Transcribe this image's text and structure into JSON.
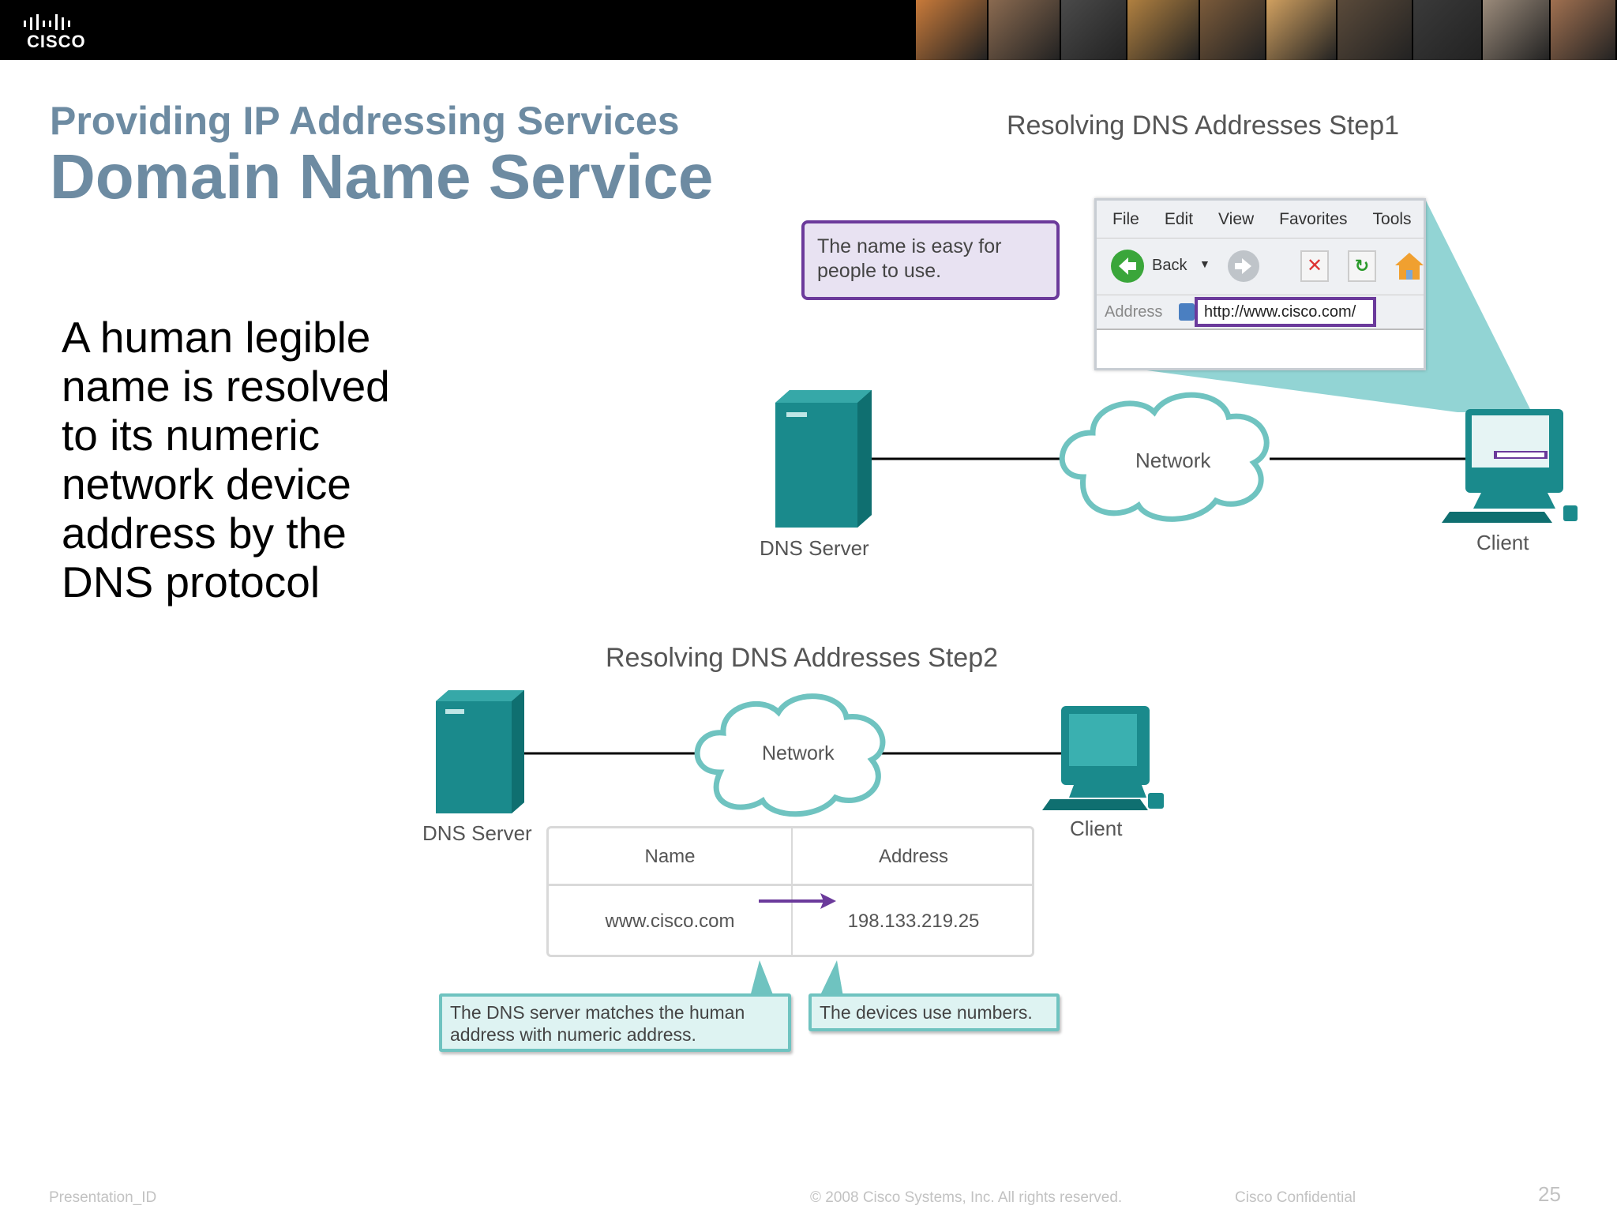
{
  "header": {
    "logo_text": "CISCO",
    "photo_colors": [
      "#c87a3a",
      "#8a6a50",
      "#4a4a4a",
      "#b08040",
      "#7a5a3a",
      "#d0a060",
      "#5a4a3a",
      "#3a3a3a",
      "#9a8a7a",
      "#a07050"
    ]
  },
  "slide": {
    "subtitle": "Providing IP Addressing Services",
    "title": "Domain Name Service",
    "body_text": "A human legible name is resolved to its numeric network device address by the DNS protocol"
  },
  "step1": {
    "title": "Resolving DNS Addresses Step1",
    "callout": "The name is easy for people to use.",
    "browser": {
      "menu": [
        "File",
        "Edit",
        "View",
        "Favorites",
        "Tools"
      ],
      "back_label": "Back",
      "address_label": "Address",
      "url": "http://www.cisco.com/"
    },
    "server_label": "DNS Server",
    "network_label": "Network",
    "client_label": "Client"
  },
  "step2": {
    "title": "Resolving DNS Addresses Step2",
    "server_label": "DNS Server",
    "network_label": "Network",
    "client_label": "Client",
    "table": {
      "headers": [
        "Name",
        "Address"
      ],
      "row": [
        "www.cisco.com",
        "198.133.219.25"
      ]
    },
    "callout_left": "The DNS server matches the human address with numeric address.",
    "callout_right": "The devices use numbers."
  },
  "colors": {
    "title": "#6d8ba2",
    "teal": "#1a8a8c",
    "purple": "#6b3a9b",
    "callout_teal_bg": "#def3f2"
  },
  "footer": {
    "presentation_id": "Presentation_ID",
    "copyright": "© 2008 Cisco Systems, Inc. All rights reserved.",
    "confidential": "Cisco Confidential",
    "page_number": "25"
  }
}
